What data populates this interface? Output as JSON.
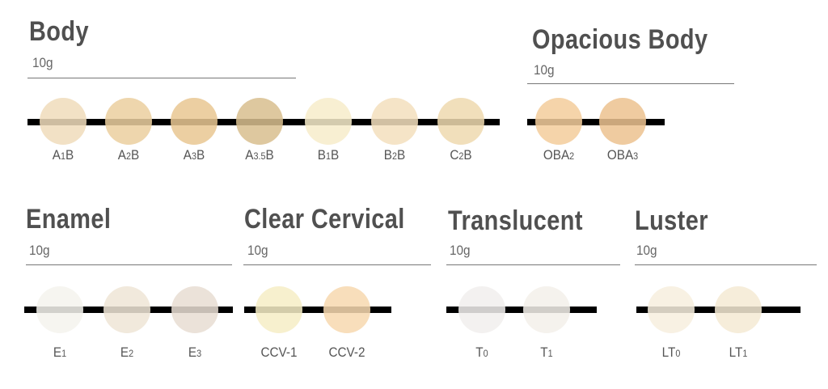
{
  "groups": [
    {
      "title": "Body",
      "weight": "10g",
      "shades": [
        {
          "pre": "A",
          "sub": "1",
          "post": "B",
          "color": "#f0dcbc"
        },
        {
          "pre": "A",
          "sub": "2",
          "post": "B",
          "color": "#ebcf9f"
        },
        {
          "pre": "A",
          "sub": "3",
          "post": "B",
          "color": "#e9c793"
        },
        {
          "pre": "A",
          "sub": "3.5",
          "post": "B",
          "color": "#d9bf8f"
        },
        {
          "pre": "B",
          "sub": "1",
          "post": "B",
          "color": "#f7eccb"
        },
        {
          "pre": "B",
          "sub": "2",
          "post": "B",
          "color": "#f3e0be"
        },
        {
          "pre": "C",
          "sub": "2",
          "post": "B",
          "color": "#efdab0"
        }
      ]
    },
    {
      "title": "Opacious Body",
      "weight": "10g",
      "shades": [
        {
          "pre": "OBA",
          "sub": "2",
          "post": "",
          "color": "#f3cd9c"
        },
        {
          "pre": "OBA",
          "sub": "3",
          "post": "",
          "color": "#ecc390"
        }
      ]
    },
    {
      "title": "Enamel",
      "weight": "10g",
      "shades": [
        {
          "pre": "E",
          "sub": "1",
          "post": "",
          "color": "#f5f3ee"
        },
        {
          "pre": "E",
          "sub": "2",
          "post": "",
          "color": "#efe5d6"
        },
        {
          "pre": "E",
          "sub": "3",
          "post": "",
          "color": "#e8ddd3"
        }
      ]
    },
    {
      "title": "Clear Cervical",
      "weight": "10g",
      "shades": [
        {
          "pre": "CCV-1",
          "sub": "",
          "post": "",
          "color": "#f6edc6"
        },
        {
          "pre": "CCV-2",
          "sub": "",
          "post": "",
          "color": "#f7d9b0"
        }
      ]
    },
    {
      "title": "Translucent",
      "weight": "10g",
      "shades": [
        {
          "pre": "T",
          "sub": "0",
          "post": "",
          "color": "#f1efed"
        },
        {
          "pre": "T",
          "sub": "1",
          "post": "",
          "color": "#f3f0ea"
        }
      ]
    },
    {
      "title": "Luster",
      "weight": "10g",
      "shades": [
        {
          "pre": "LT",
          "sub": "0",
          "post": "",
          "color": "#f7efde"
        },
        {
          "pre": "LT",
          "sub": "1",
          "post": "",
          "color": "#f4ead4"
        }
      ]
    }
  ]
}
